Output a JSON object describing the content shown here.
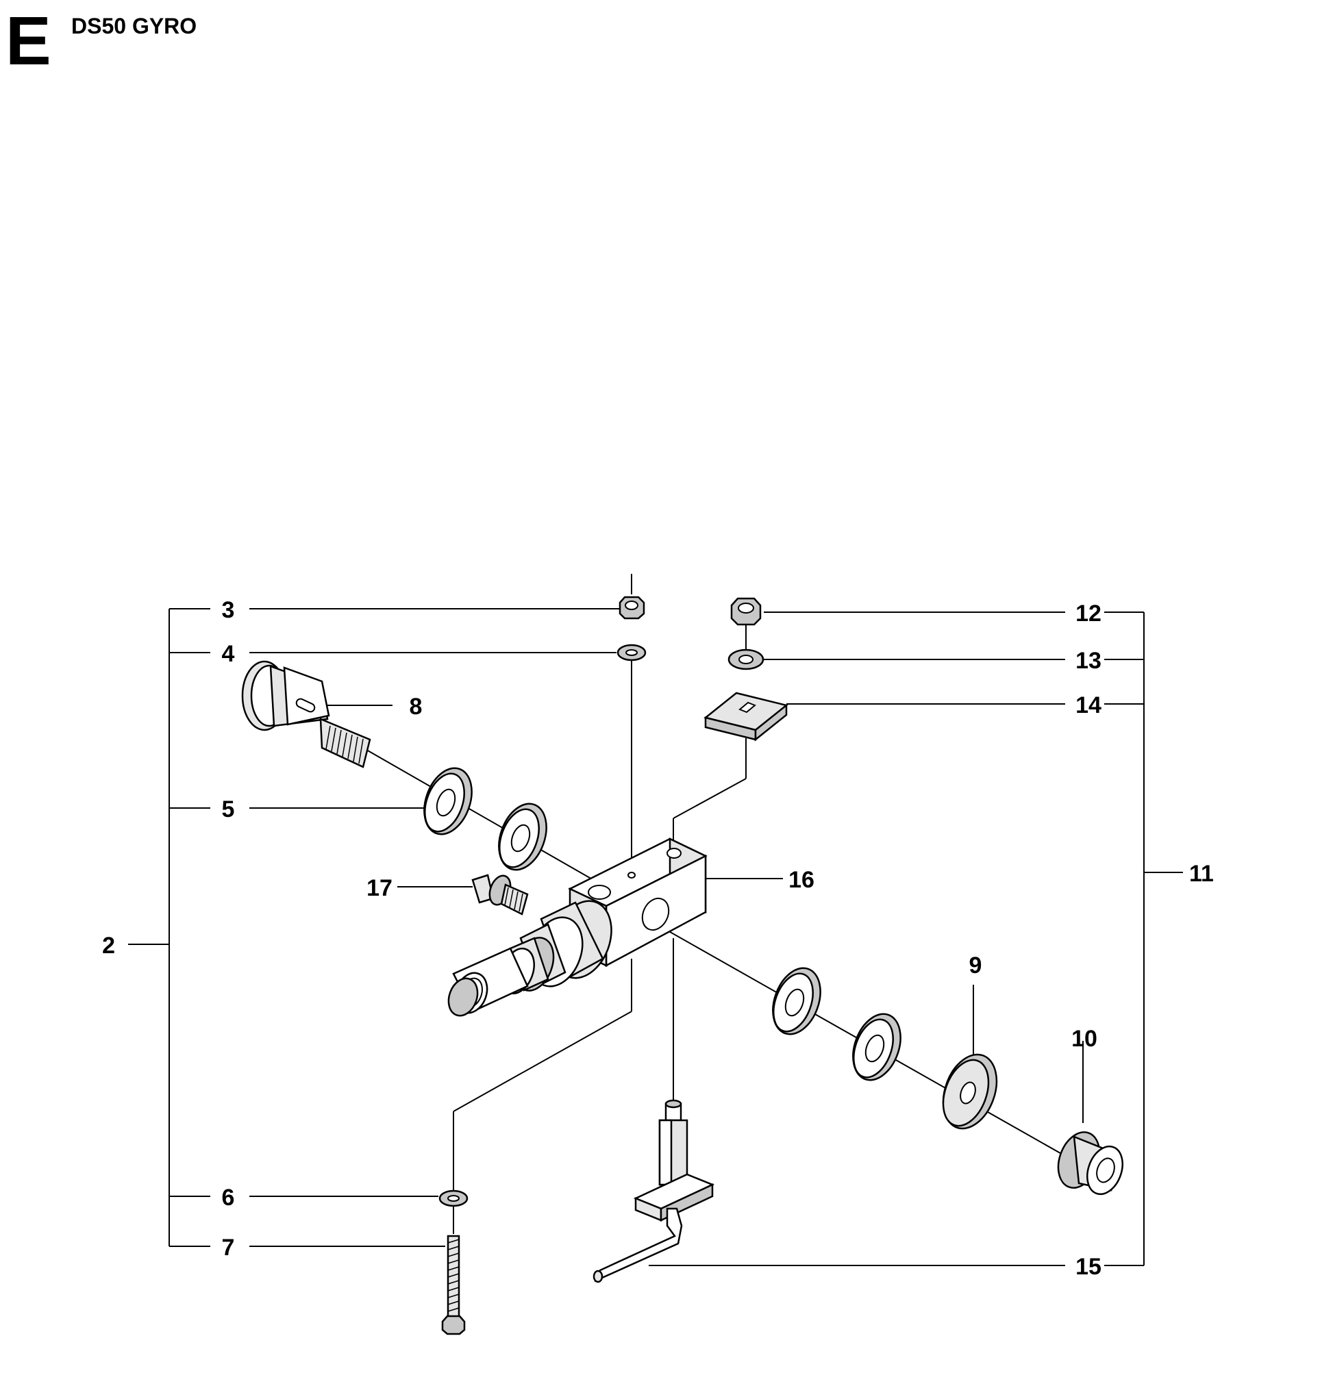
{
  "header": {
    "section_letter": "E",
    "title": "DS50 GYRO"
  },
  "callouts": {
    "c2": "2",
    "c3": "3",
    "c4": "4",
    "c5": "5",
    "c6": "6",
    "c7": "7",
    "c8": "8",
    "c9": "9",
    "c10": "10",
    "c11": "11",
    "c12": "12",
    "c13": "13",
    "c14": "14",
    "c15": "15",
    "c16": "16",
    "c17": "17"
  }
}
